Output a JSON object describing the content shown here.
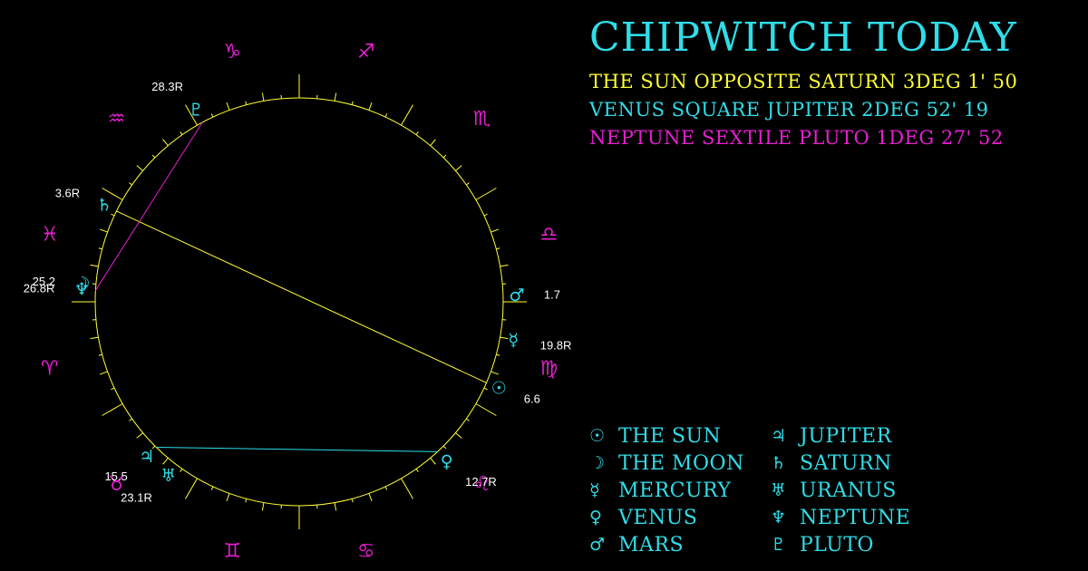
{
  "header": {
    "title": "CHIPWITCH TODAY"
  },
  "aspects": [
    {
      "text": "THE SUN OPPOSITE SATURN 3DEG 1' 50",
      "color": "#ffff33"
    },
    {
      "text": "VENUS SQUARE JUPITER 2DEG 52' 19",
      "color": "#2fdde8"
    },
    {
      "text": "NEPTUNE SEXTILE PLUTO 1DEG 27' 52",
      "color": "#e61fd0"
    }
  ],
  "colors": {
    "background": "#000000",
    "wheel": "#ffff33",
    "sign_glyph": "#e61fd0",
    "planet_glyph": "#2fdde8",
    "degree_text": "#ffffff",
    "opposition_line": "#ffff33",
    "square_line": "#2fdde8",
    "sextile_line": "#e61fd0"
  },
  "wheel": {
    "ascendant_longitude": 0,
    "signs": [
      {
        "name": "aries",
        "glyph": "♈"
      },
      {
        "name": "taurus",
        "glyph": "♉"
      },
      {
        "name": "gemini",
        "glyph": "♊"
      },
      {
        "name": "cancer",
        "glyph": "♋"
      },
      {
        "name": "leo",
        "glyph": "♌"
      },
      {
        "name": "virgo",
        "glyph": "♍"
      },
      {
        "name": "libra",
        "glyph": "♎"
      },
      {
        "name": "scorpio",
        "glyph": "♏"
      },
      {
        "name": "sagittarius",
        "glyph": "♐"
      },
      {
        "name": "capricorn",
        "glyph": "♑"
      },
      {
        "name": "aquarius",
        "glyph": "♒"
      },
      {
        "name": "pisces",
        "glyph": "♓"
      }
    ],
    "planets": [
      {
        "id": "sun",
        "glyph": "☉",
        "sign": "virgo",
        "longitude": 156.6,
        "label": "6.6"
      },
      {
        "id": "moon",
        "glyph": "☽",
        "sign": "pisces",
        "longitude": 355.2,
        "label": "25.2"
      },
      {
        "id": "mercury",
        "glyph": "☿",
        "sign": "virgo",
        "longitude": 169.8,
        "label": "19.8R"
      },
      {
        "id": "venus",
        "glyph": "♀",
        "sign": "leo",
        "longitude": 132.7,
        "label": "12.7R"
      },
      {
        "id": "mars",
        "glyph": "♂",
        "sign": "libra",
        "longitude": 181.7,
        "label": "1.7"
      },
      {
        "id": "jupiter",
        "glyph": "♃",
        "sign": "taurus",
        "longitude": 45.5,
        "label": "15.5"
      },
      {
        "id": "saturn",
        "glyph": "♄",
        "sign": "pisces",
        "longitude": 333.6,
        "label": "3.6R"
      },
      {
        "id": "uranus",
        "glyph": "♅",
        "sign": "taurus",
        "longitude": 53.1,
        "label": "23.1R"
      },
      {
        "id": "neptune",
        "glyph": "♆",
        "sign": "pisces",
        "longitude": 356.8,
        "label": "26.8R"
      },
      {
        "id": "pluto",
        "glyph": "♇",
        "sign": "capricorn",
        "longitude": 298.3,
        "label": "28.3R"
      }
    ],
    "aspect_lines": [
      {
        "name": "sun-saturn-opposition",
        "from": "sun",
        "to": "saturn",
        "color": "#ffff33"
      },
      {
        "name": "venus-jupiter-square",
        "from": "venus",
        "to": "jupiter",
        "color": "#2fdde8"
      },
      {
        "name": "neptune-pluto-sextile",
        "from": "neptune",
        "to": "pluto",
        "color": "#e61fd0"
      }
    ]
  },
  "legend": {
    "left": [
      {
        "glyph": "☉",
        "name": "THE SUN"
      },
      {
        "glyph": "☽",
        "name": "THE MOON"
      },
      {
        "glyph": "☿",
        "name": "MERCURY"
      },
      {
        "glyph": "♀",
        "name": "VENUS"
      },
      {
        "glyph": "♂",
        "name": "MARS"
      }
    ],
    "right": [
      {
        "glyph": "♃",
        "name": "JUPITER"
      },
      {
        "glyph": "♄",
        "name": "SATURN"
      },
      {
        "glyph": "♅",
        "name": "URANUS"
      },
      {
        "glyph": "♆",
        "name": "NEPTUNE"
      },
      {
        "glyph": "♇",
        "name": "PLUTO"
      }
    ]
  }
}
